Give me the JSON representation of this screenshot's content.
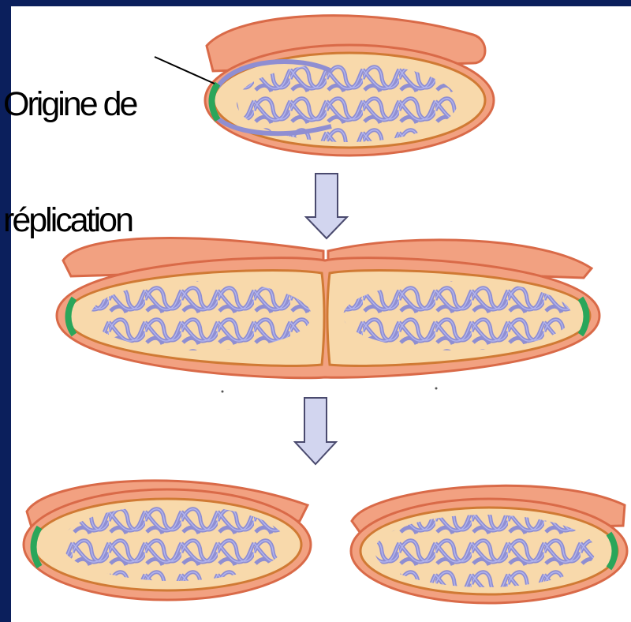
{
  "label": {
    "line1": "Origine de",
    "line2": "réplication"
  },
  "colors": {
    "background": "#0b1f5c",
    "wall": "#f2a181",
    "wall_dark": "#e2704f",
    "cytoplasm": "#f8d9ab",
    "inner_membrane": "#d07a34",
    "dna": "#8f8ed2",
    "dna_light": "#b3b5ee",
    "origin": "#2aa65a",
    "arrow_fill": "#d2d5ef",
    "arrow_stroke": "#4a4a6e"
  },
  "stages": [
    {
      "name": "parent-cell"
    },
    {
      "name": "dividing-cell"
    },
    {
      "name": "daughter-cells"
    }
  ]
}
